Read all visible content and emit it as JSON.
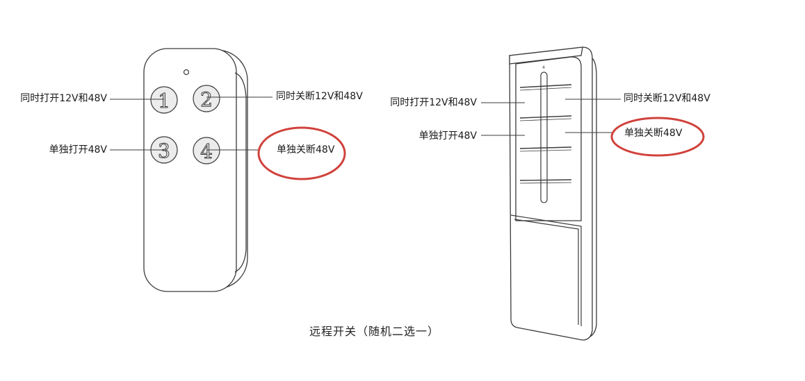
{
  "remote_a": {
    "buttons": [
      "1",
      "2",
      "3",
      "4"
    ],
    "labels": {
      "btn1": "同时打开12V和48V",
      "btn2": "同时关断12V和48V",
      "btn3": "单独打开48V",
      "btn4": "单独关断48V"
    }
  },
  "remote_b": {
    "top_mark": "4",
    "labels": {
      "left_top": "同时打开12V和48V",
      "left_bottom": "单独打开48V",
      "right_top": "同时关断12V和48V",
      "right_bottom": "单独关断48V"
    }
  },
  "caption": "远程开关（随机二选一）",
  "colors": {
    "line": "#3a3a3a",
    "highlight_circle": "#d0423c"
  }
}
